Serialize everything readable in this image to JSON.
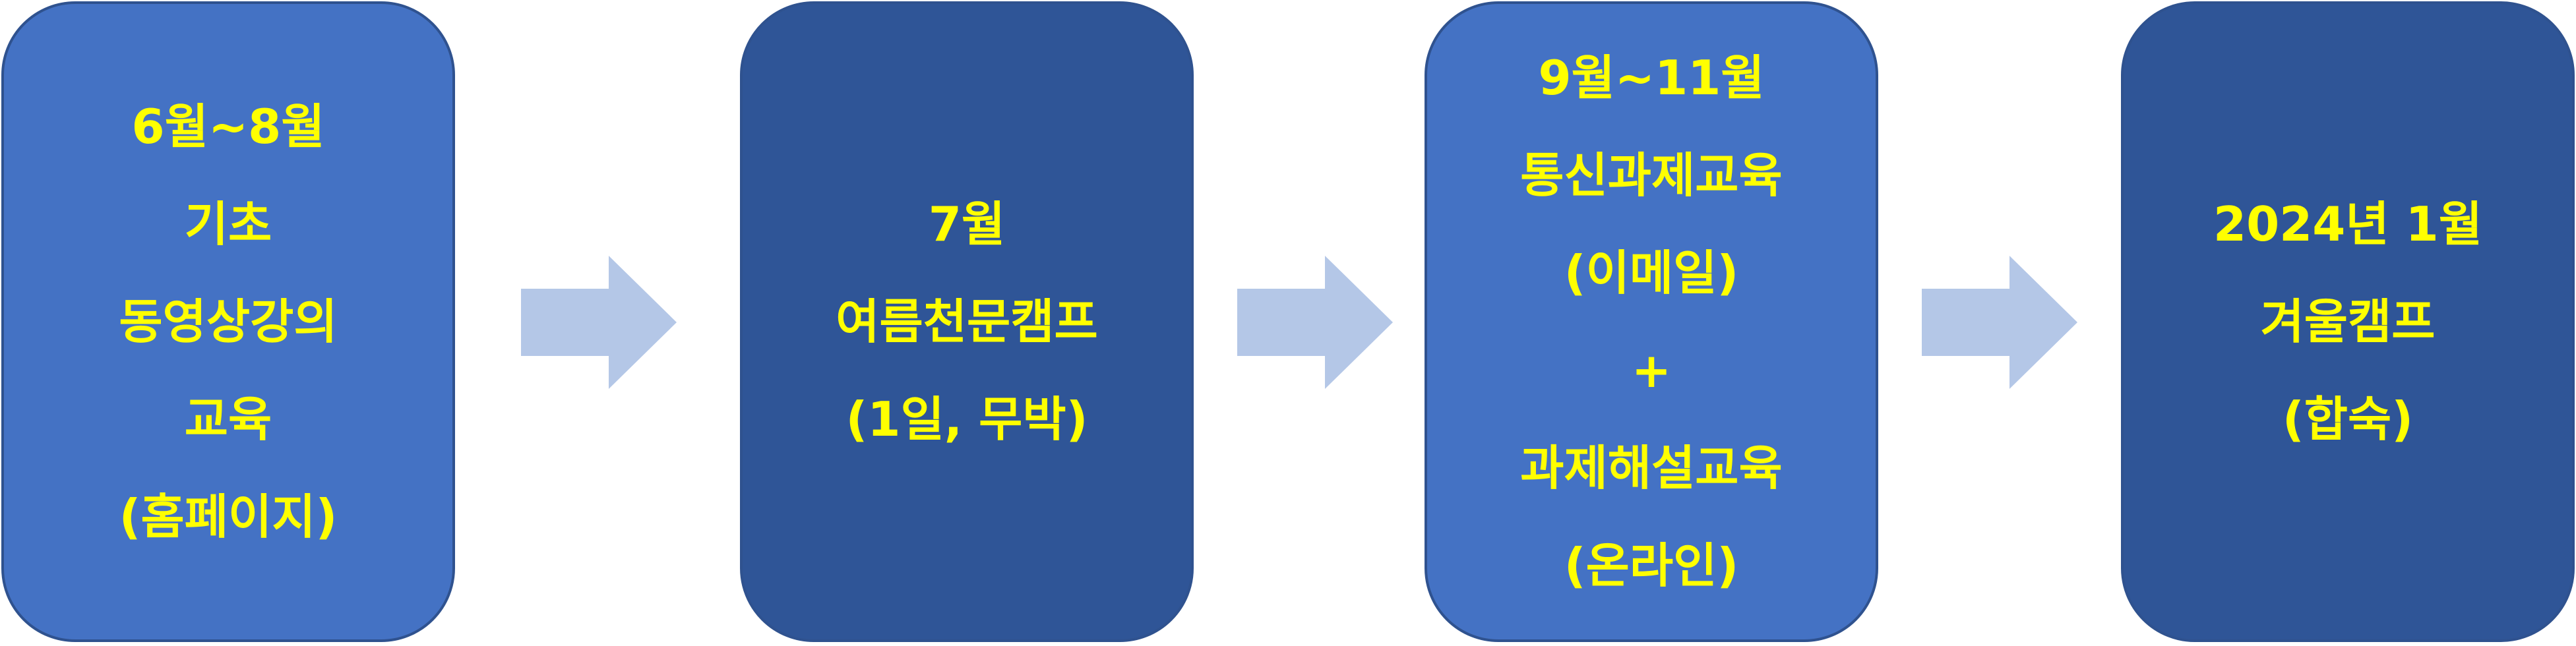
{
  "colors": {
    "box_light": "#4472c4",
    "box_dark": "#2f5597",
    "box_border": "#2f528f",
    "text": "#ffff00",
    "arrow": "#b4c7e7"
  },
  "steps": [
    {
      "lines": [
        "6월~8월",
        "기초",
        "동영상강의",
        "교육",
        "(홈페이지)"
      ]
    },
    {
      "lines": [
        "7월",
        "여름천문캠프",
        "(1일, 무박)"
      ]
    },
    {
      "lines": [
        "9월~11월",
        "통신과제교육",
        "(이메일)",
        "+",
        "과제해설교육",
        "(온라인)"
      ]
    },
    {
      "lines": [
        "2024년 1월",
        "겨울캠프",
        "(합숙)"
      ]
    }
  ],
  "connectors": [
    {
      "icon": "right-arrow-icon"
    },
    {
      "icon": "right-arrow-icon"
    },
    {
      "icon": "right-arrow-icon"
    }
  ]
}
